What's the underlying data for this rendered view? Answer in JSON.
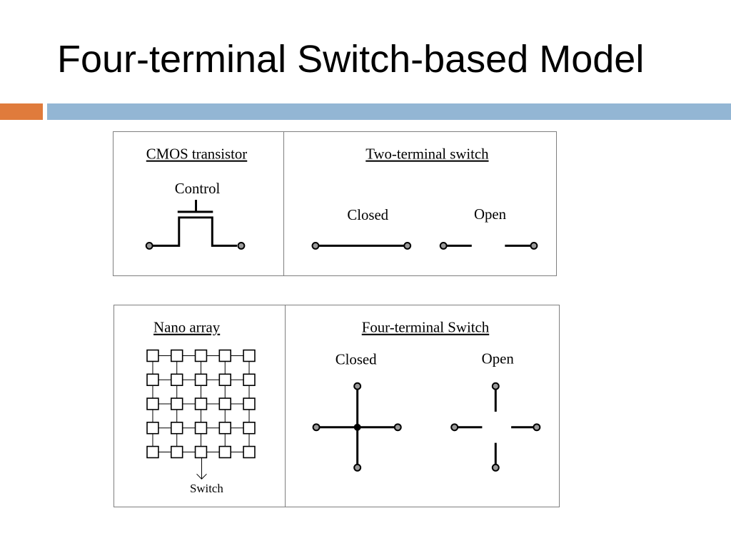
{
  "slide": {
    "title": "Four-terminal Switch-based Model",
    "accent_colors": {
      "orange": "#e07b3c",
      "blue": "#93b6d4"
    }
  },
  "top_panel": {
    "cmos": {
      "heading": "CMOS transistor",
      "control_label": "Control"
    },
    "two_terminal": {
      "heading": "Two-terminal switch",
      "closed_label": "Closed",
      "open_label": "Open"
    }
  },
  "bottom_panel": {
    "nano_array": {
      "heading": "Nano array",
      "switch_label": "Switch"
    },
    "four_terminal": {
      "heading": "Four-terminal Switch",
      "closed_label": "Closed",
      "open_label": "Open"
    }
  },
  "colors": {
    "terminal_fill": "#9a9a9a",
    "line": "#000000",
    "border": "#7f7f7f"
  }
}
